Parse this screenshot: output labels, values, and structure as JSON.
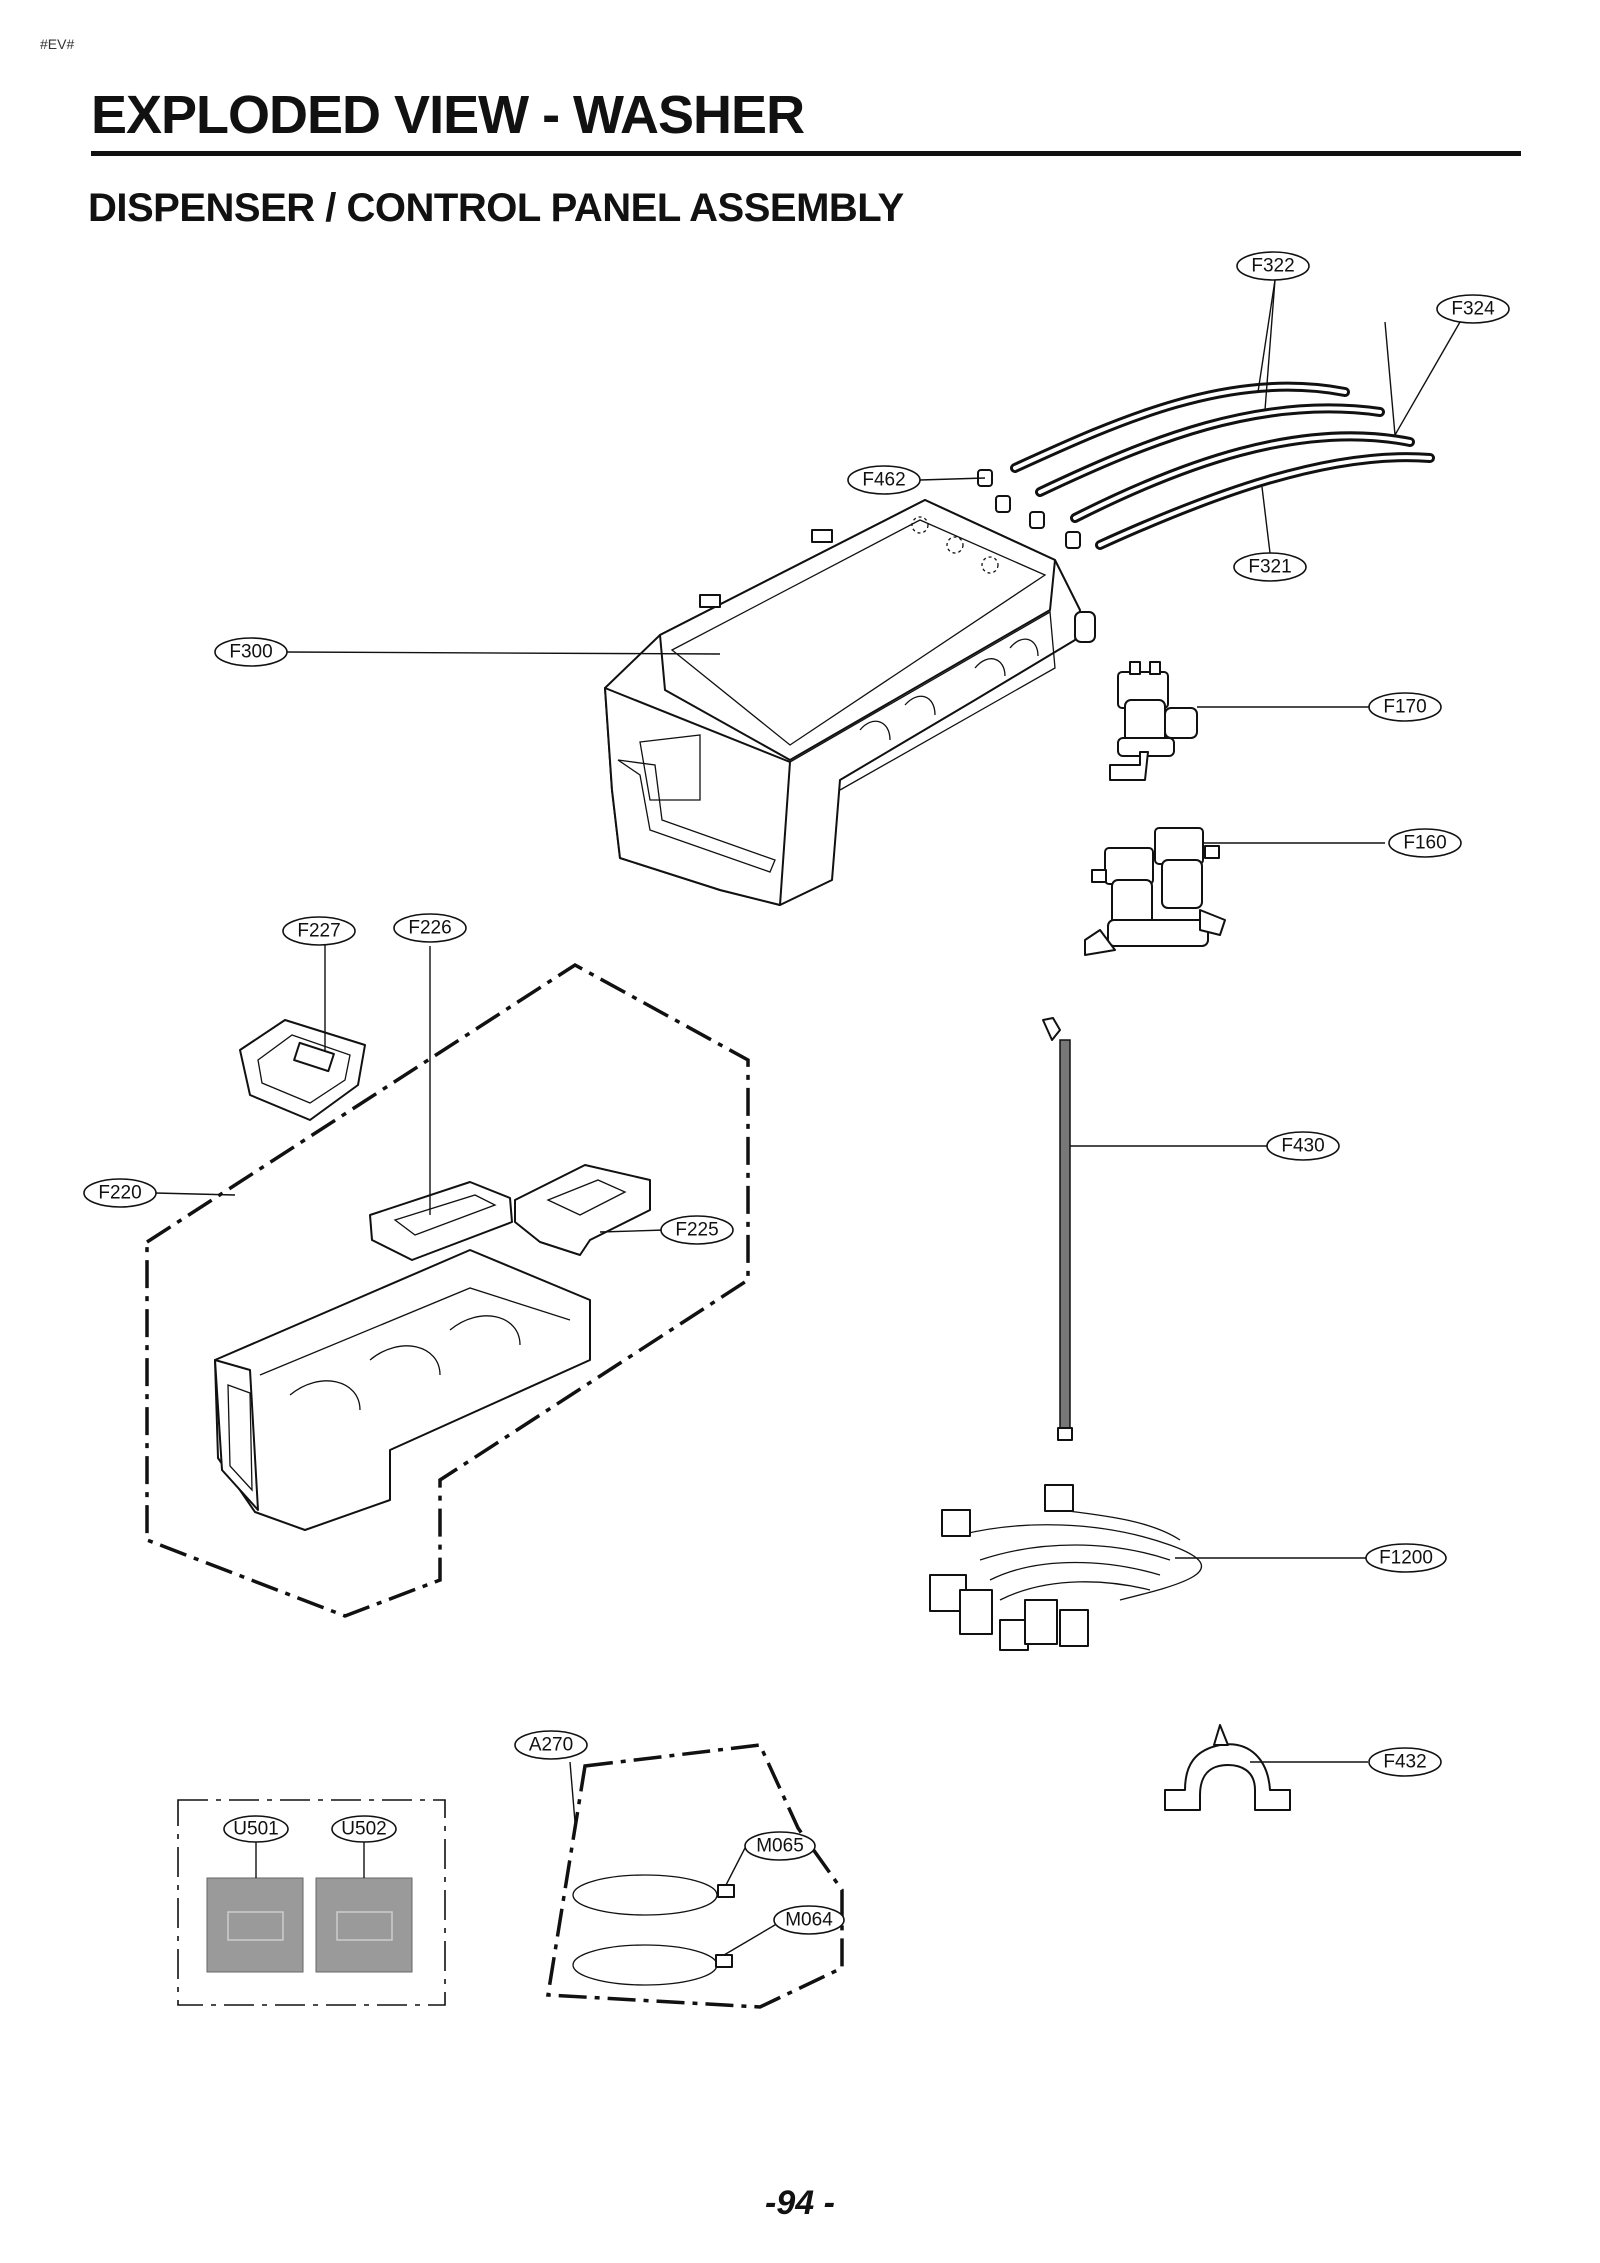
{
  "page_tag": "#EV#",
  "title": "EXPLODED VIEW - WASHER",
  "subtitle": "DISPENSER / CONTROL PANEL ASSEMBLY",
  "page_number": "-94 -",
  "callouts": {
    "F322": "F322",
    "F324": "F324",
    "F462": "F462",
    "F321": "F321",
    "F300": "F300",
    "F170": "F170",
    "F160": "F160",
    "F227": "F227",
    "F226": "F226",
    "F220": "F220",
    "F225": "F225",
    "F430": "F430",
    "F1200": "F1200",
    "A270": "A270",
    "F432": "F432",
    "U501": "U501",
    "U502": "U502",
    "M065": "M065",
    "M064": "M064"
  }
}
